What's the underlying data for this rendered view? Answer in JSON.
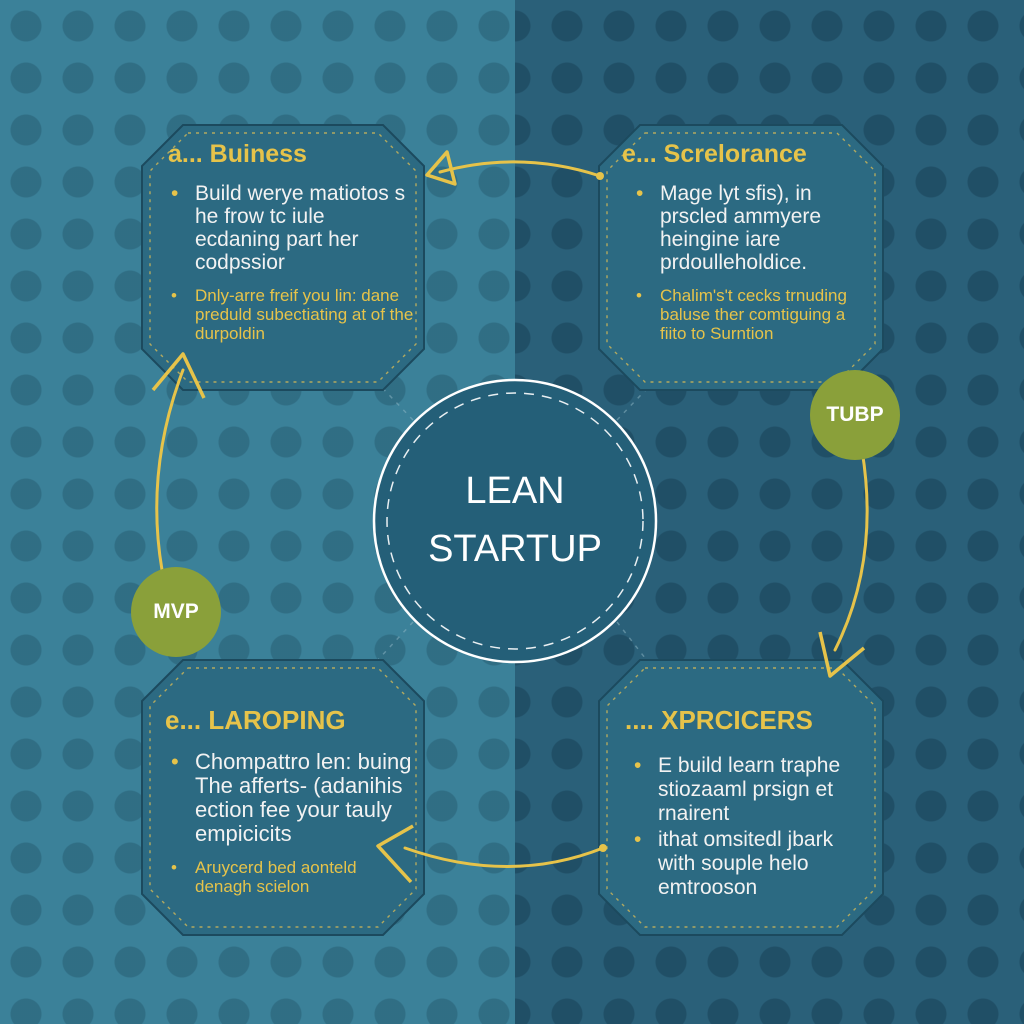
{
  "center": {
    "line1": "LEAN",
    "line2": "STARTUP"
  },
  "badges": {
    "mvp": "MVP",
    "tubp": "TUBP"
  },
  "cards": {
    "top_left": {
      "title": "a... Buiness",
      "main": "Build werye matiotos s he frow tc iule ecdaning part her codpssior",
      "sub": "Dnly-arre freif you lin: dane preduld subectiating at of the durpoldin"
    },
    "top_right": {
      "title": "e... Screlorance",
      "main": "Mage lyt sfis), in prscled ammyere heingine iare prdoulleholdice.",
      "sub": "Chalim's't cecks trnuding baluse ther comtiguing a fiito to Surntion"
    },
    "bottom_left": {
      "title": "e... LAROPING",
      "main": "Chompattro len: buing The afferts- (adanihis ection fee your tauly empicicits",
      "sub": "Aruycerd bed aonteld denagh scielon"
    },
    "bottom_right": {
      "title": ".... XPRCICERS",
      "main": "E build learn traphe stiozaaml prsign et rnairent",
      "sub": "ithat omsitedl jbark with souple helo emtrooson"
    }
  },
  "colors": {
    "accent_yellow": "#e6c34a",
    "badge_green": "#8aa03a",
    "card_fill": "#2c6a82",
    "bg_left": "#3b8199",
    "bg_right": "#2a6079"
  }
}
